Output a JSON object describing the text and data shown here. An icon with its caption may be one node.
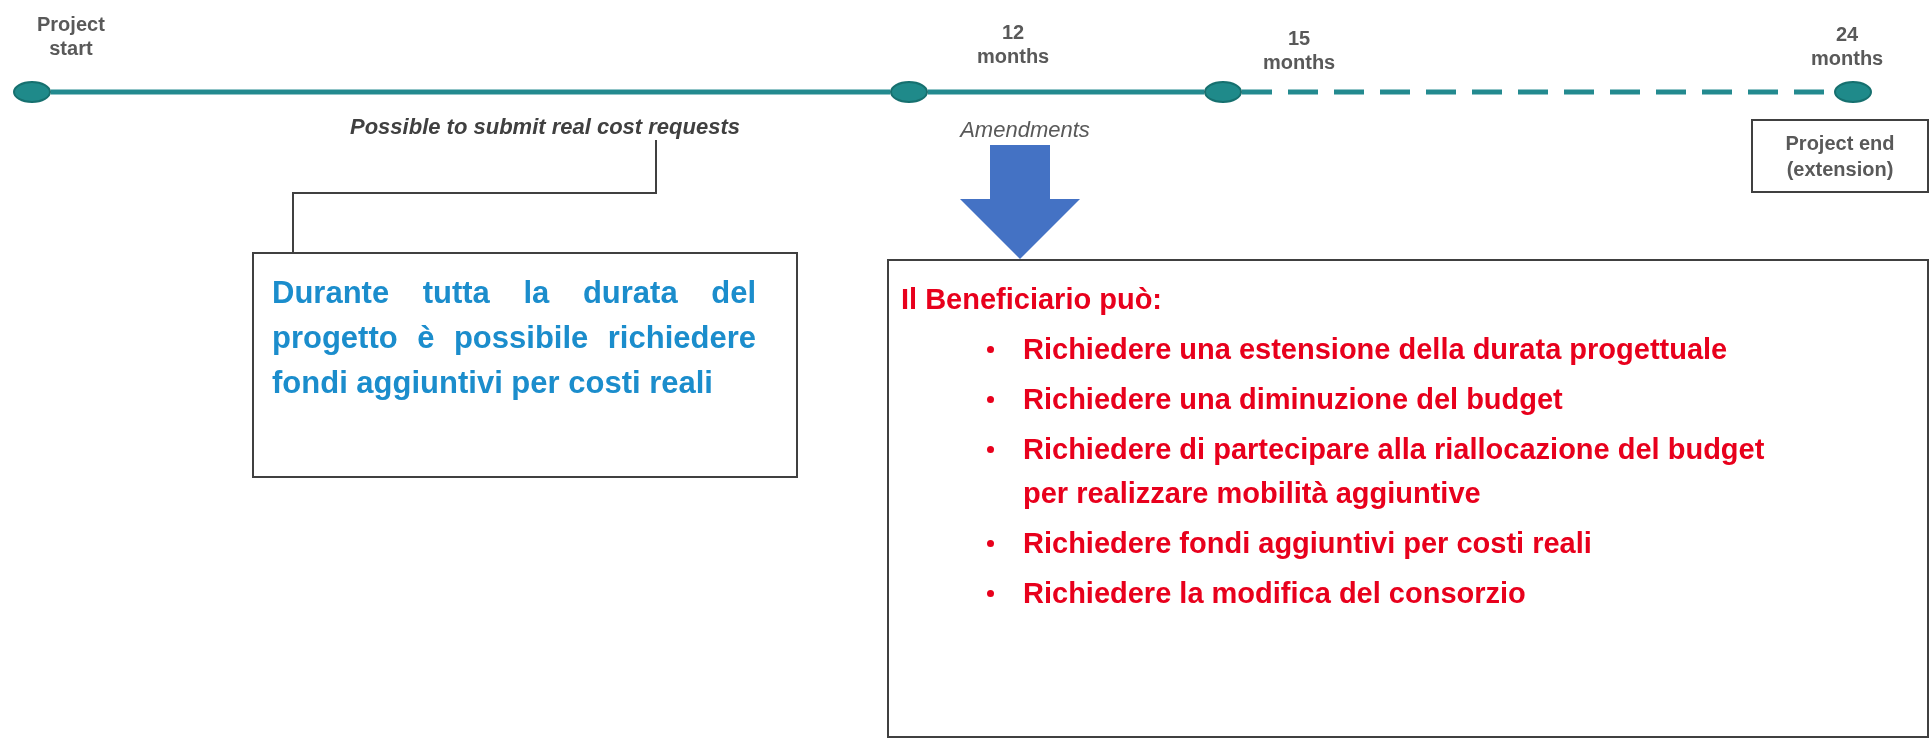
{
  "diagram": {
    "nodes": [
      {
        "text": [
          "Project start"
        ]
      },
      {
        "text": [
          "12 months"
        ]
      },
      {
        "text": [
          "15 months"
        ]
      },
      {
        "text": [
          "24 months"
        ]
      },
      {
        "text": [
          "Possible to submit real cost requests"
        ]
      },
      {
        "text": [
          "Durante tutta la durata del progetto è possibile richiedere fondi aggiuntivi per costi reali"
        ]
      },
      {
        "text": [
          "Amendments"
        ]
      },
      {
        "text": [
          "Il Beneficiario può:",
          "Richiedere una estensione della durata progettuale",
          "Richiedere una diminuzione del budget",
          "Richiedere di partecipare alla riallocazione del budget per realizzare mobilità aggiuntive",
          "Richiedere fondi aggiuntivi per costi reali",
          "Richiedere la modifica del consorzio"
        ]
      },
      {
        "text": [
          "Project end (extension)"
        ]
      }
    ],
    "edges": [
      {
        "from": 0,
        "to": 1,
        "arrow": "none"
      },
      {
        "from": 1,
        "to": 2,
        "arrow": "none"
      },
      {
        "from": 2,
        "to": 3,
        "arrow": "none",
        "style": "dashed"
      },
      {
        "from": 4,
        "to": 5,
        "arrow": "none",
        "color": "#404040"
      },
      {
        "from": 6,
        "to": 7,
        "arrow": "to",
        "style": "thick",
        "color": "#4472c4"
      }
    ]
  }
}
